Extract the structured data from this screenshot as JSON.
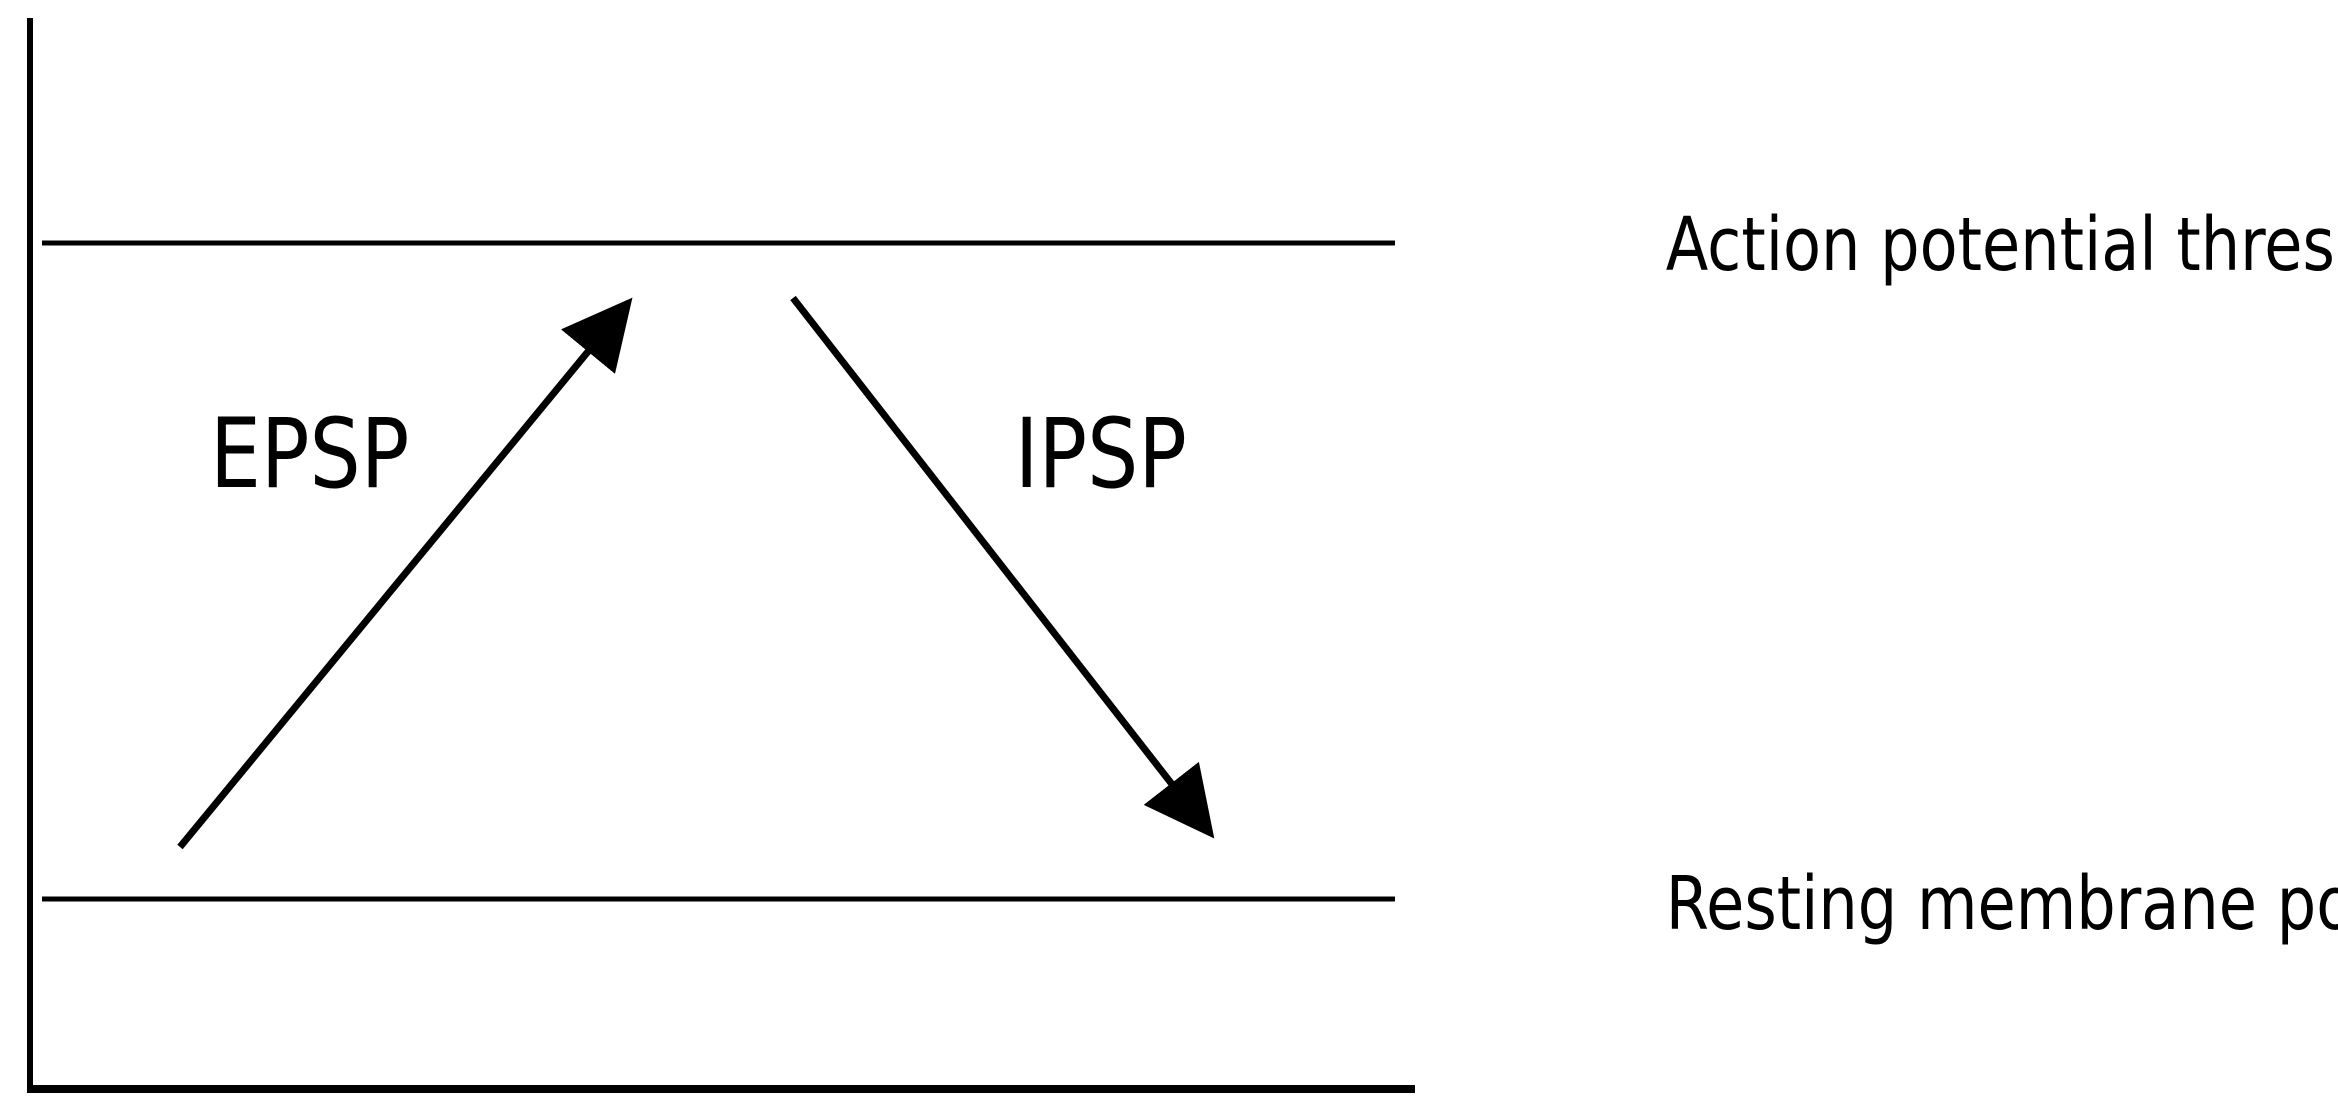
{
  "labels": {
    "threshold": "Action potential threshold",
    "resting": "Resting membrane potential",
    "epsp": "EPSP",
    "ipsp": "IPSP"
  },
  "colors": {
    "stroke": "#000000",
    "background": "#ffffff"
  }
}
